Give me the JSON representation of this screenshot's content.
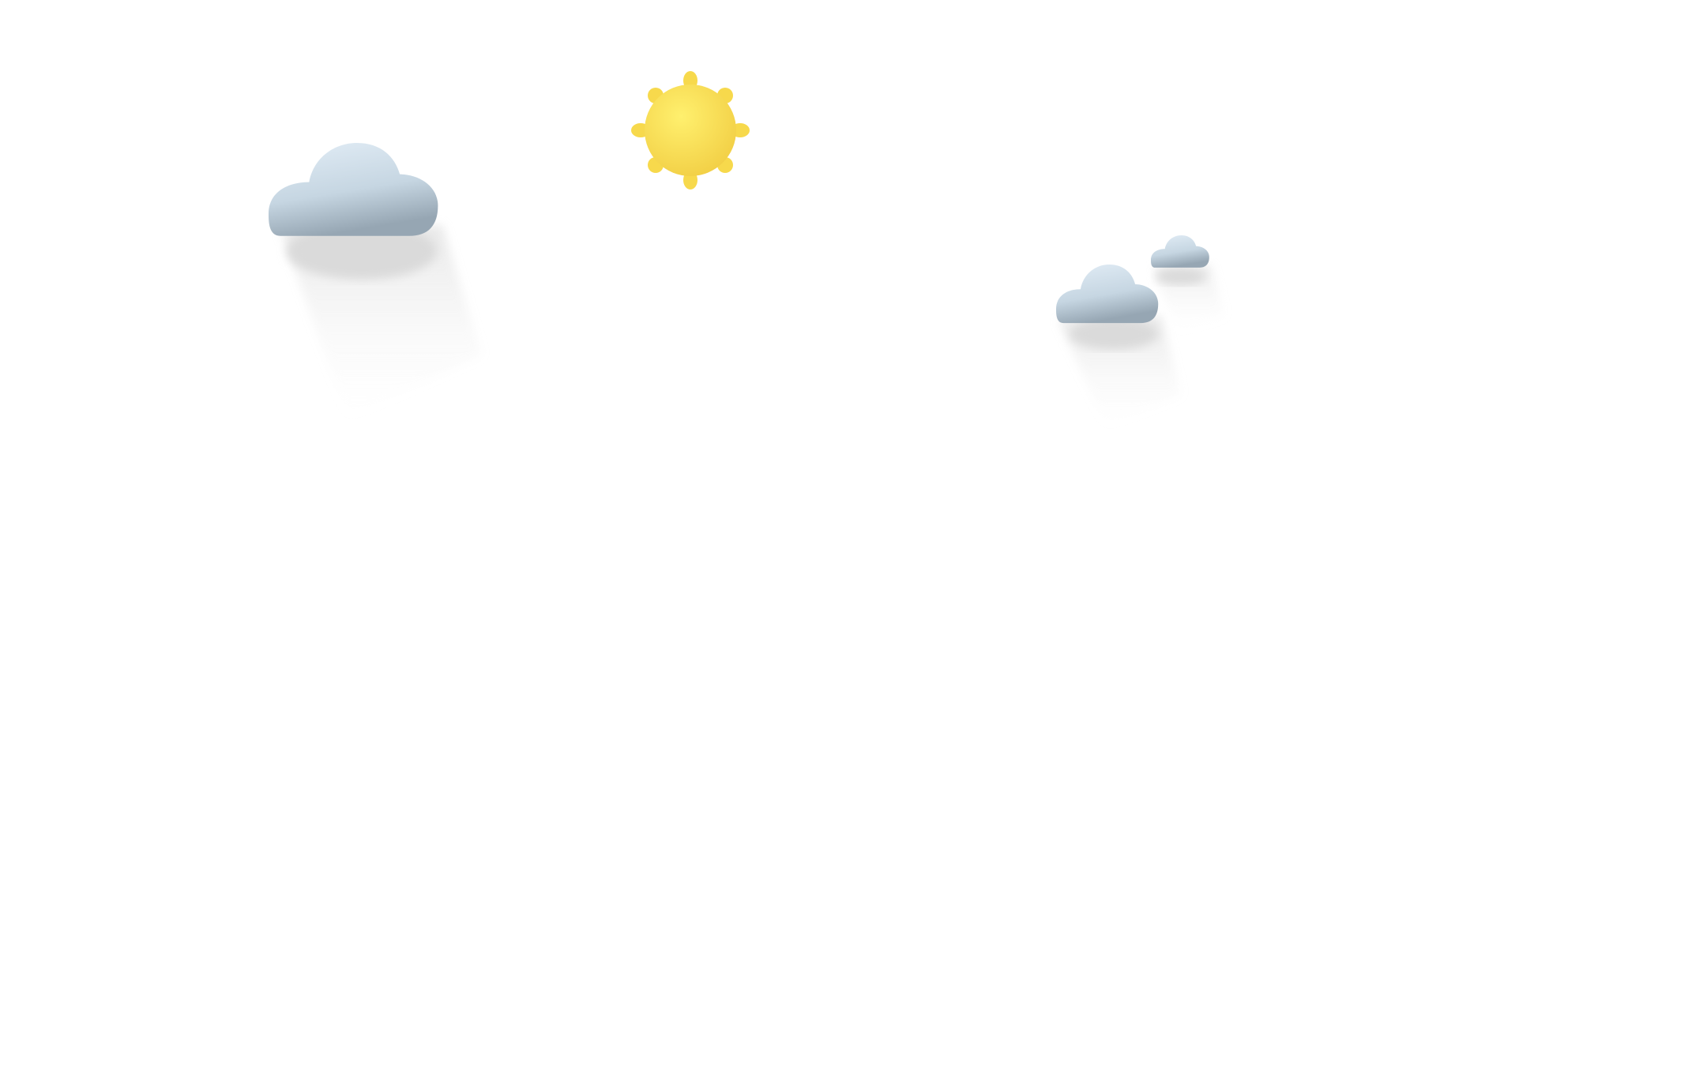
{
  "scene": {
    "background": "#ffffff",
    "icons": [
      {
        "name": "sun-icon",
        "color": "#ffe55c"
      },
      {
        "name": "cloud-icon-large",
        "color": "#d4e3ee"
      },
      {
        "name": "cloud-icon-medium",
        "color": "#d4e3ee"
      },
      {
        "name": "cloud-icon-small",
        "color": "#d4e3ee"
      }
    ],
    "colors": {
      "sun": "#ffe55c",
      "sun_shade": "#f2cf45",
      "cloud_light": "#dde9f3",
      "cloud_dark": "#98a8b5",
      "shadow": "#dcdcdc"
    }
  }
}
